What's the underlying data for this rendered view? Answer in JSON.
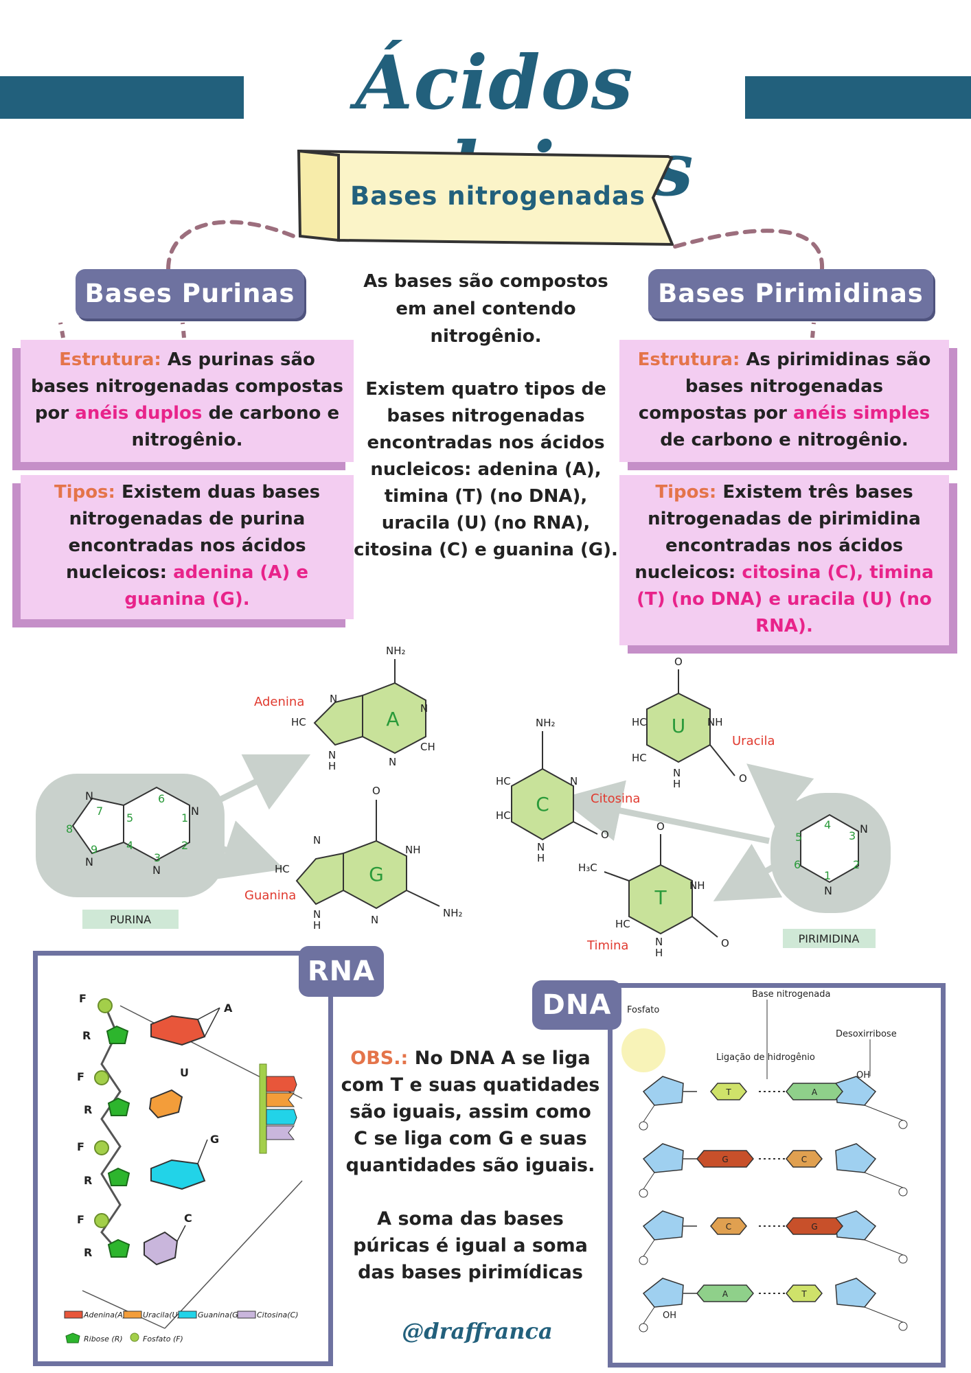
{
  "title": "Ácidos nucleicos",
  "banner": "Bases nitrogenadas",
  "purinas": {
    "heading": "Bases Purinas",
    "estrutura_label": "Estrutura:",
    "estrutura_pre": "As purinas são bases nitrogenadas compostas por",
    "estrutura_hl": "anéis duplos",
    "estrutura_post": "de carbono e nitrogênio.",
    "tipos_label": "Tipos:",
    "tipos_pre": "Existem duas bases nitrogenadas de purina encontradas nos ácidos nucleicos:",
    "tipos_hl": "adenina (A) e guanina (G)."
  },
  "pirimidinas": {
    "heading": "Bases Pirimidinas",
    "estrutura_label": "Estrutura:",
    "estrutura_pre": "As pirimidinas são bases nitrogenadas compostas por",
    "estrutura_hl": "anéis simples",
    "estrutura_post": "de carbono e nitrogênio.",
    "tipos_label": "Tipos:",
    "tipos_pre": "Existem três bases nitrogenadas de pirimidina encontradas nos ácidos nucleicos:",
    "tipos_hl": "citosina (C), timina (T) (no DNA) e uracila (U) (no RNA)."
  },
  "center": {
    "intro": "As bases são compostos em anel contendo nitrogênio.",
    "tipos": "Existem quatro tipos de bases nitrogenadas encontradas nos ácidos nucleicos: adenina (A), timina (T) (no DNA), uracila (U) (no RNA), citosina (C) e guanina (G)."
  },
  "molecules": {
    "adenina": "Adenina",
    "guanina": "Guanina",
    "citosina": "Citosina",
    "uracila": "Uracila",
    "timina": "Timina",
    "purina": "PURINA",
    "pirimidina": "PIRIMIDINA",
    "A": "A",
    "G": "G",
    "C": "C",
    "U": "U",
    "T": "T"
  },
  "rna": {
    "tag": "RNA",
    "labels": {
      "F": "F",
      "R": "R",
      "A": "A",
      "U": "U",
      "G": "G",
      "C": "C"
    },
    "legend": [
      "Adenina(A)",
      "Uracila(U)",
      "Guanina(G)",
      "Citosina(C)",
      "Ribose (R)",
      "Fosfato (F)"
    ]
  },
  "dna": {
    "tag": "DNA",
    "labels": {
      "fosfato": "Fosfato",
      "base": "Base nitrogenada",
      "ligacao": "Ligação de hidrogênio",
      "desoxirribose": "Desoxirribose",
      "oh": "OH"
    },
    "pairs": [
      [
        "T",
        "A"
      ],
      [
        "G",
        "C"
      ],
      [
        "C",
        "G"
      ],
      [
        "A",
        "T"
      ]
    ]
  },
  "obs": {
    "label": "OBS.:",
    "text1": "No DNA A se liga com T e suas quatidades são iguais, assim como C se liga com G e suas quantidades são iguais.",
    "text2": "A soma das bases púricas é igual a soma das bases pirimídicas"
  },
  "handle": "@draffranca",
  "colors": {
    "teal": "#22607c",
    "purple": "#6e72a0",
    "pink_card": "#f3cdf1",
    "orange": "#e4744a",
    "magenta": "#e8238a",
    "ring_green": "#c8e29a"
  }
}
